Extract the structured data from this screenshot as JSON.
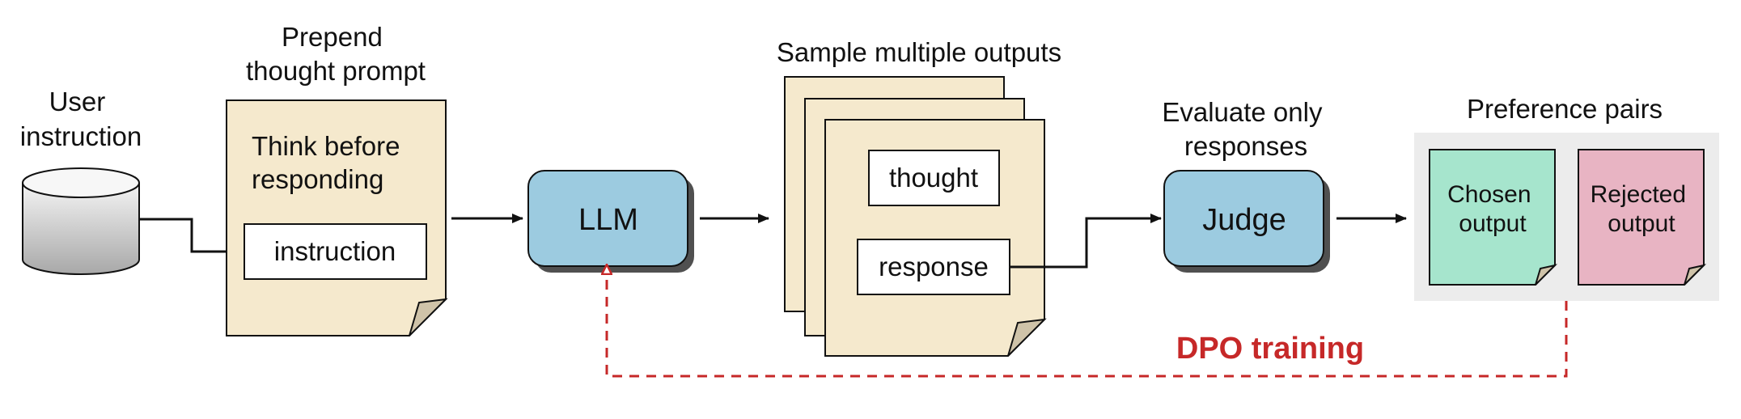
{
  "labels": {
    "user_instruction": [
      "User",
      "instruction"
    ],
    "prepend": [
      "Prepend",
      "thought prompt"
    ],
    "sample": "Sample multiple outputs",
    "evaluate": [
      "Evaluate only",
      "responses"
    ],
    "preference": "Preference pairs"
  },
  "prompt_doc": {
    "text": [
      "Think before",
      "responding"
    ],
    "instruction_box": "instruction"
  },
  "llm": "LLM",
  "output_doc": {
    "thought": "thought",
    "response": "response"
  },
  "judge": "Judge",
  "pairs": {
    "chosen": [
      "Chosen",
      "output"
    ],
    "rejected": [
      "Rejected",
      "output"
    ]
  },
  "dpo_label": "DPO training",
  "colors": {
    "doc_fill": "#f5e9cd",
    "doc_fold": "#cfc3a9",
    "model_fill": "#9ccbe0",
    "chosen_fill": "#a6e5cd",
    "rejected_fill": "#e8b4c3",
    "pairs_bg": "#ececec",
    "dpo_red": "#c62828",
    "shadow": "#505050"
  }
}
